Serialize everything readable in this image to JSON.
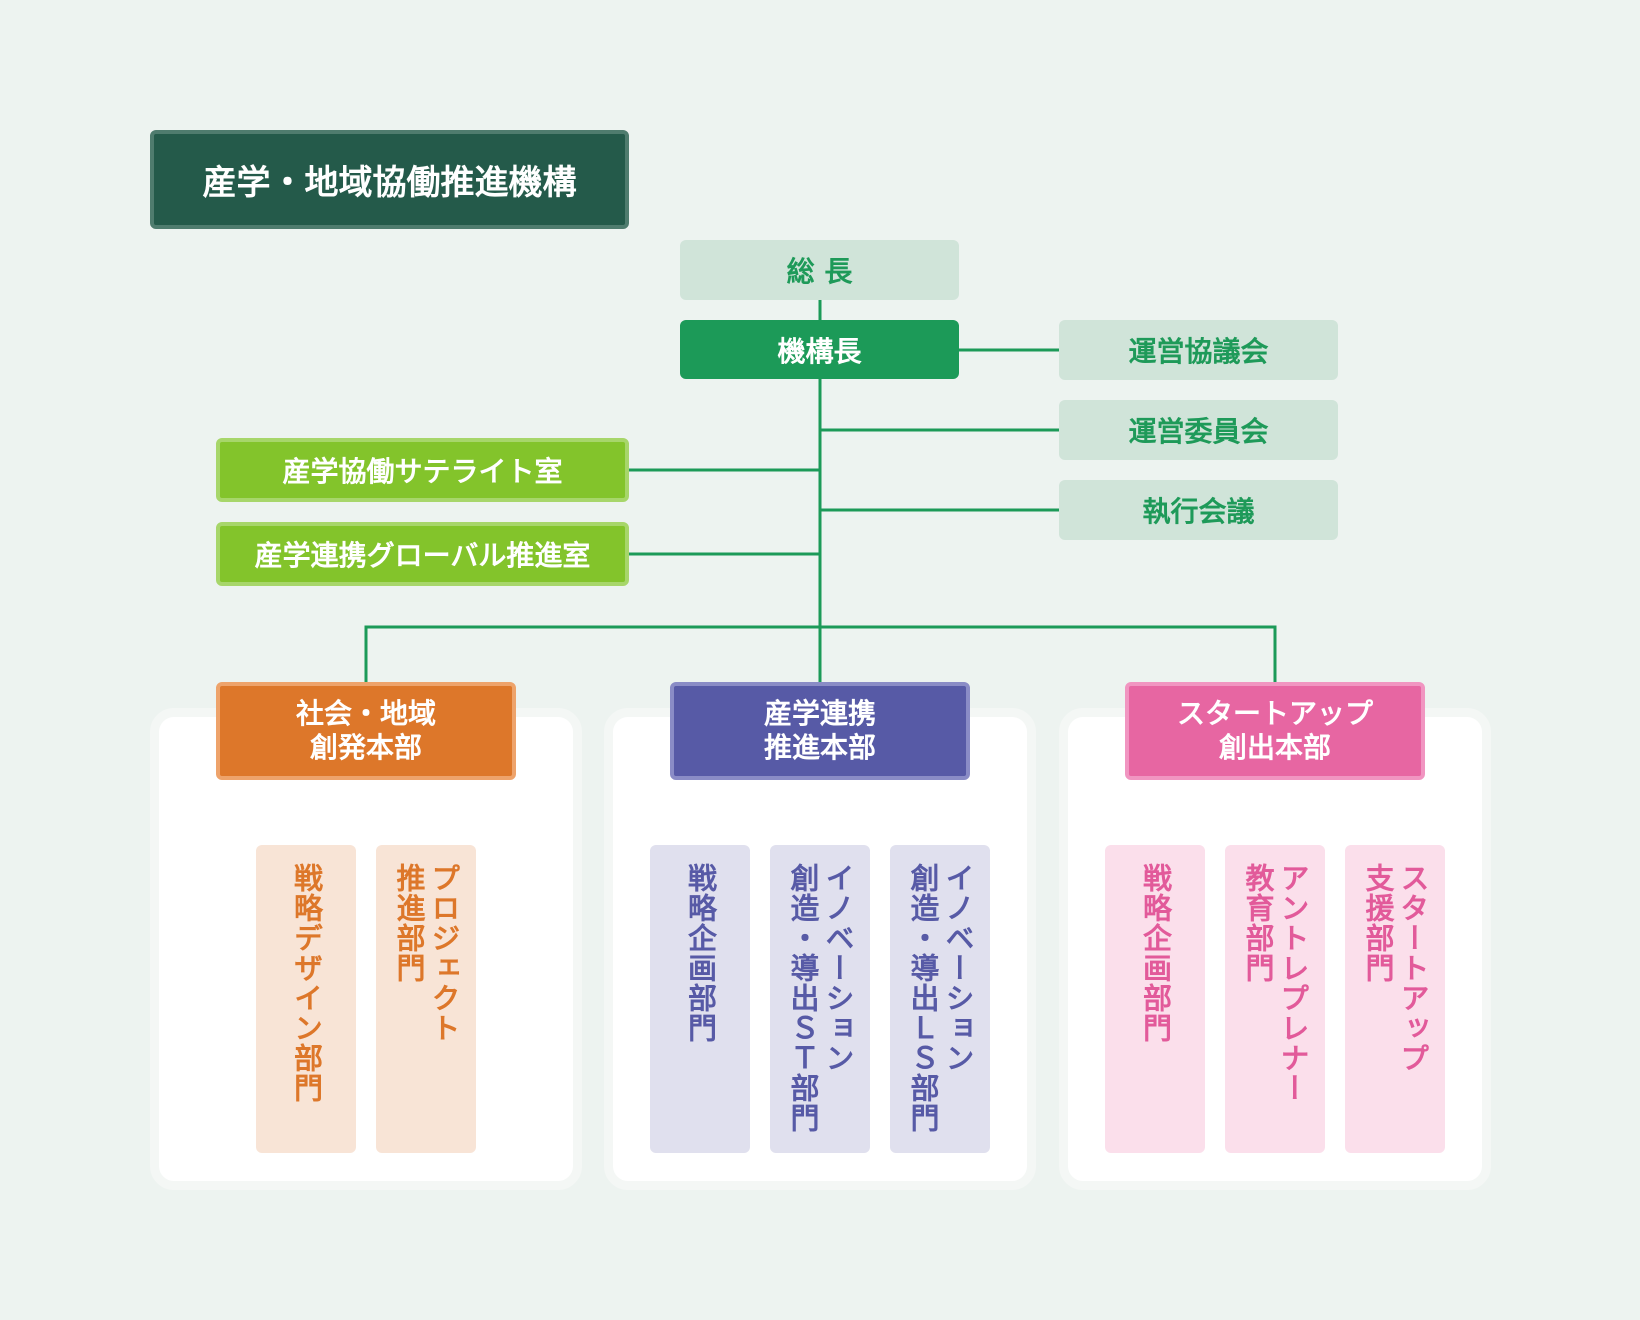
{
  "title": "産学・地域協働推進機構",
  "president": "総 長",
  "director": "機構長",
  "councils": [
    "運営協議会",
    "運営委員会",
    "執行会議"
  ],
  "offices": [
    "産学協働サテライト室",
    "産学連携グローバル推進室"
  ],
  "headquarters": [
    {
      "lines": [
        "社会・地域",
        "創発本部"
      ],
      "color": "#dd772a",
      "departments": [
        {
          "lines": [
            "戦略デザイン部門"
          ]
        },
        {
          "lines": [
            "プロジェクト",
            "推進部門"
          ]
        }
      ]
    },
    {
      "lines": [
        "産学連携",
        "推進本部"
      ],
      "color": "#575aa6",
      "departments": [
        {
          "lines": [
            "戦略企画部門"
          ]
        },
        {
          "lines": [
            "イノベーション",
            "創造・導出ＳＴ部門"
          ]
        },
        {
          "lines": [
            "イノベーション",
            "創造・導出ＬＳ部門"
          ]
        }
      ]
    },
    {
      "lines": [
        "スタートアップ",
        "創出本部"
      ],
      "color": "#e766a2",
      "departments": [
        {
          "lines": [
            "戦略企画部門"
          ]
        },
        {
          "lines": [
            "アントレプレナー",
            "教育部門"
          ]
        },
        {
          "lines": [
            "スタートアップ",
            "支援部門"
          ]
        }
      ]
    }
  ],
  "colors": {
    "line_green": "#1c9a58"
  }
}
